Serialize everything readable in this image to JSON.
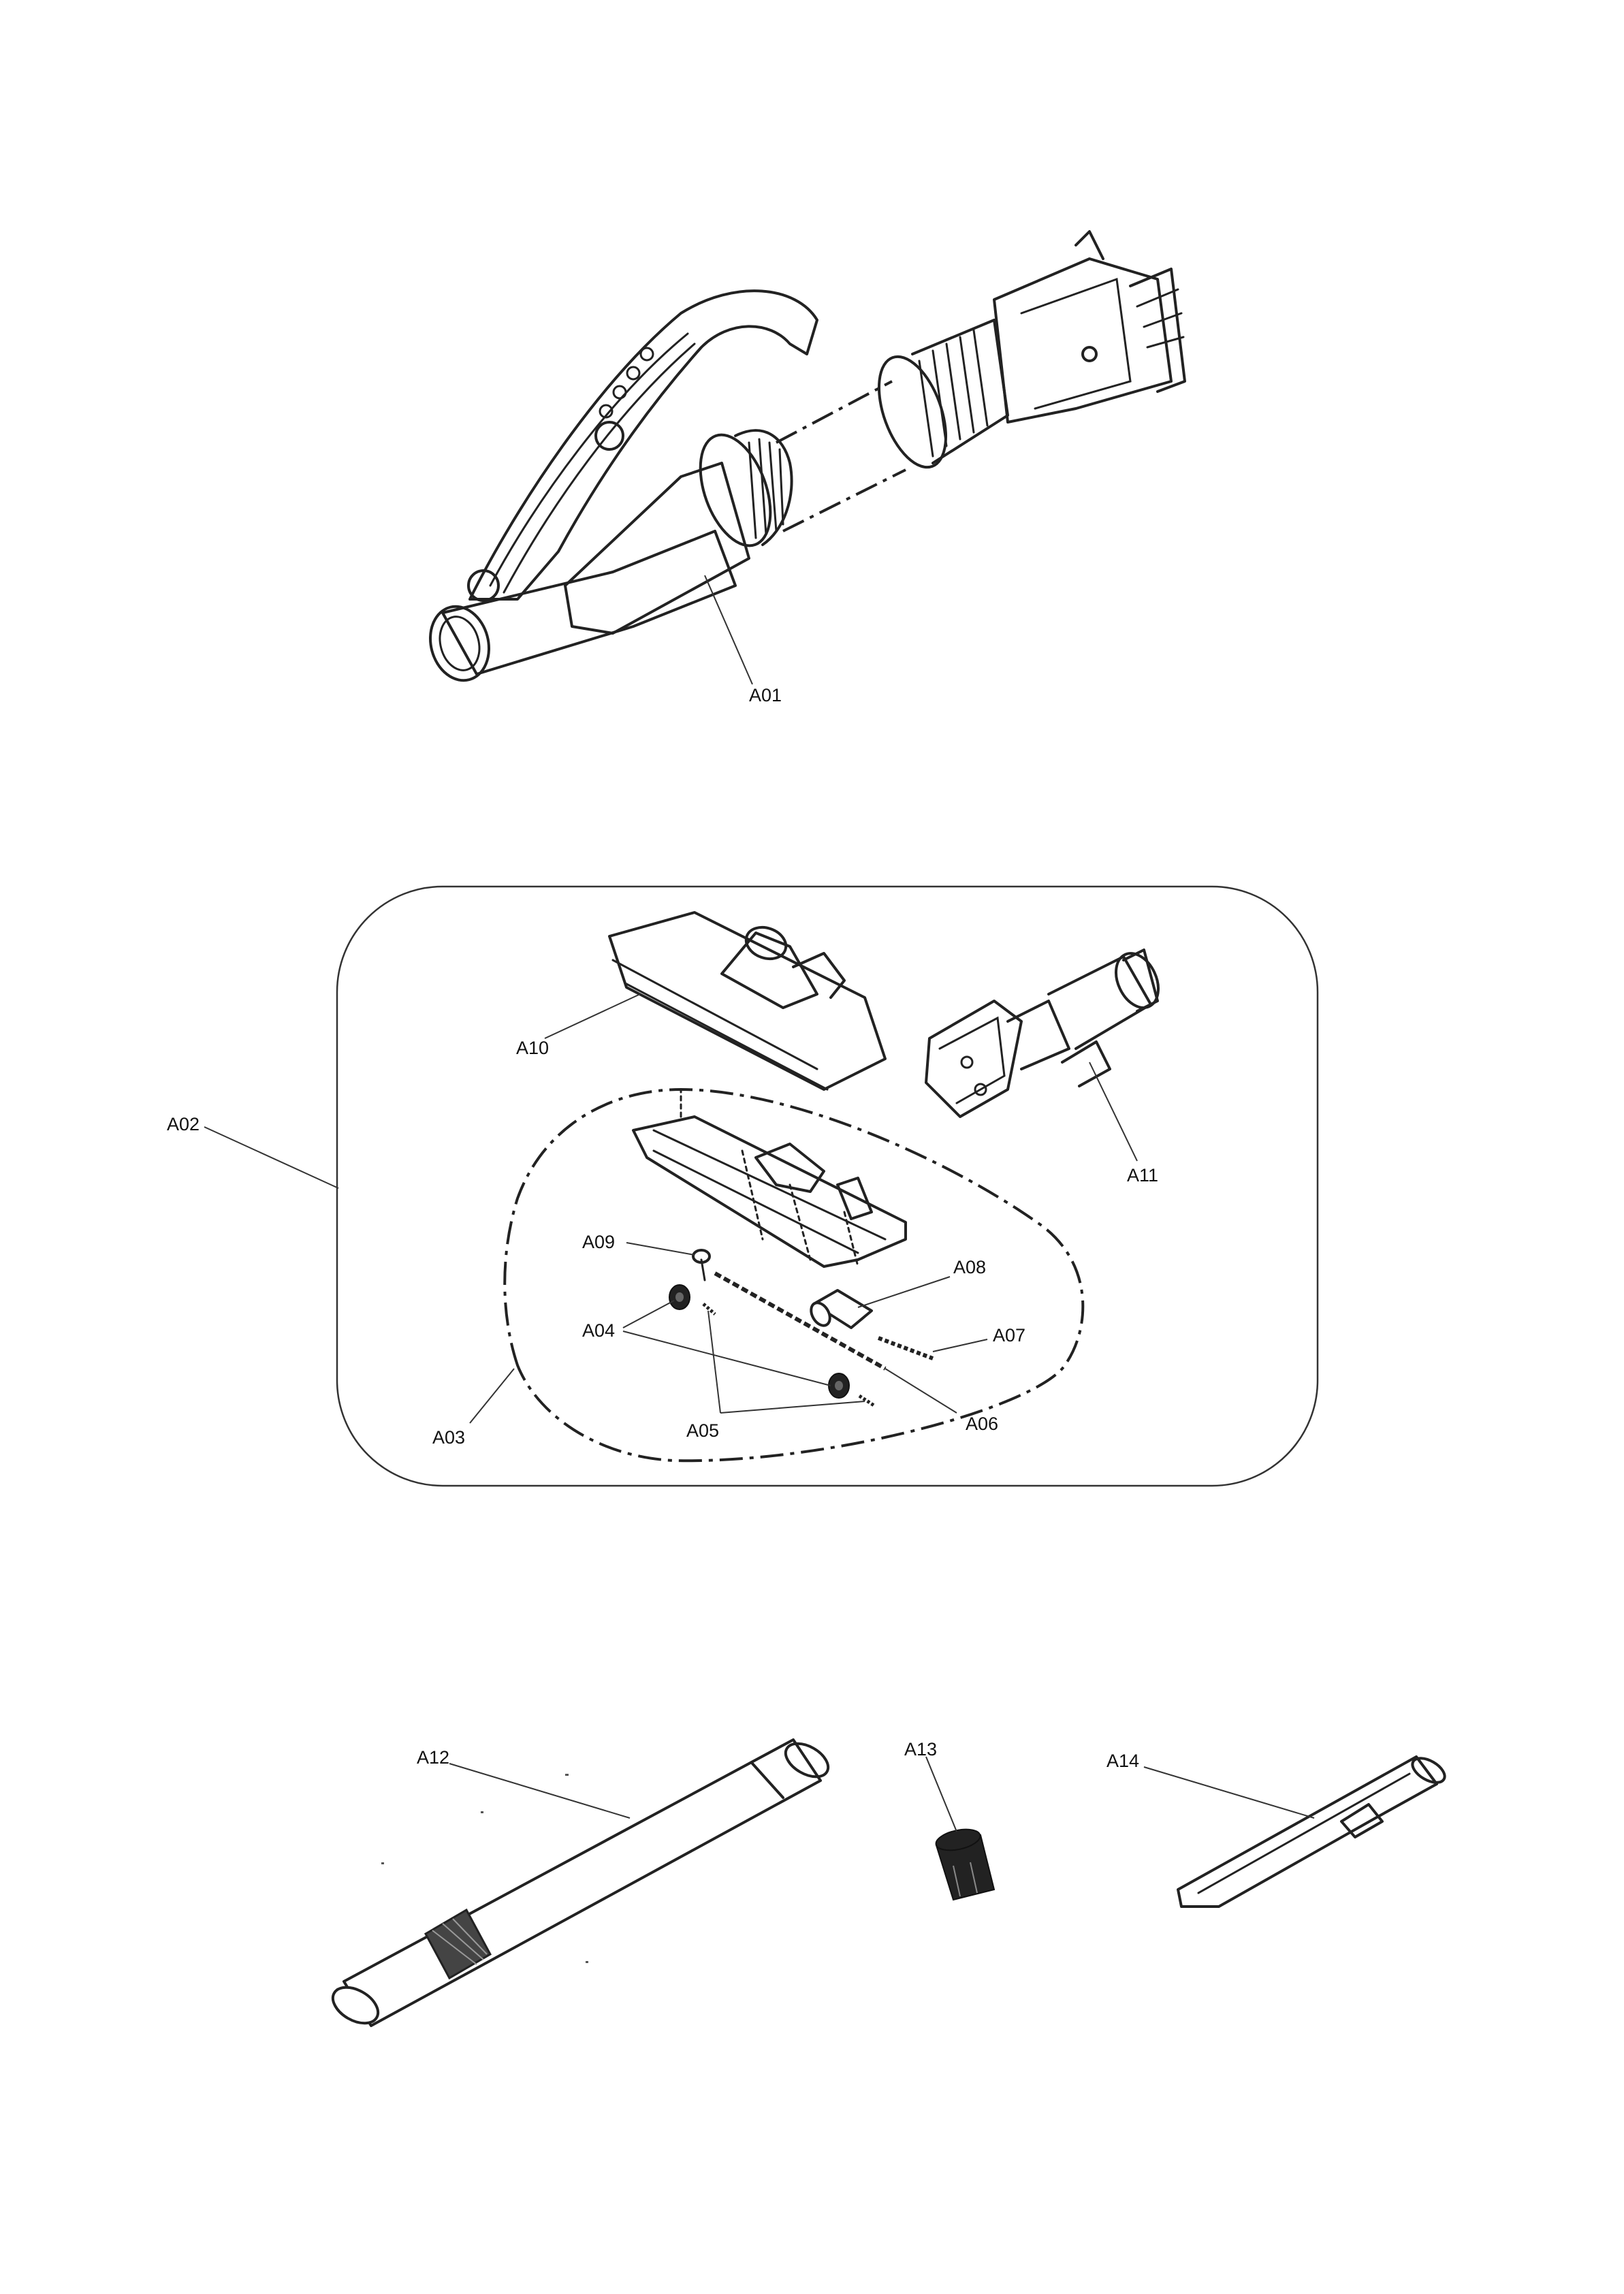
{
  "labels": {
    "a01": "A01",
    "a02": "A02",
    "a03": "A03",
    "a04": "A04",
    "a05": "A05",
    "a06": "A06",
    "a07": "A07",
    "a08": "A08",
    "a09": "A09",
    "a10": "A10",
    "a11": "A11",
    "a12": "A12",
    "a13": "A13",
    "a14": "A14"
  }
}
